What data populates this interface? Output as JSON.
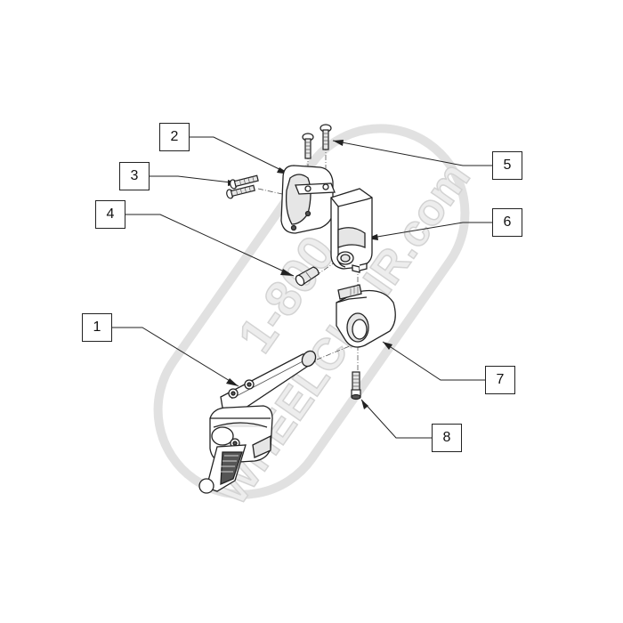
{
  "callouts": [
    {
      "id": "1",
      "label": "1"
    },
    {
      "id": "2",
      "label": "2"
    },
    {
      "id": "3",
      "label": "3"
    },
    {
      "id": "4",
      "label": "4"
    },
    {
      "id": "5",
      "label": "5"
    },
    {
      "id": "6",
      "label": "6"
    },
    {
      "id": "7",
      "label": "7"
    },
    {
      "id": "8",
      "label": "8"
    }
  ],
  "watermark": {
    "line1": "1-800",
    "line2": "WHEELCHAIR.com",
    "color": "#dcdcdc"
  },
  "colors": {
    "line": "#222222",
    "part_fill": "#ffffff",
    "part_shade": "#e6e6e6",
    "dark_shade": "#555555"
  }
}
